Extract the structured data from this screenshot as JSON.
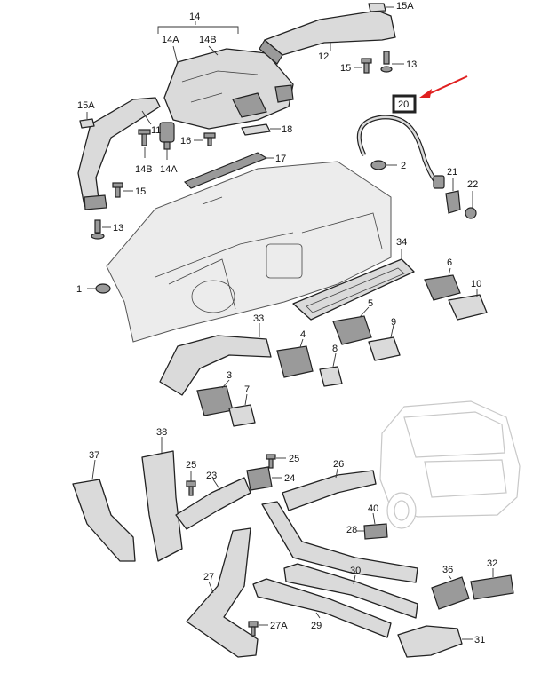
{
  "labels": {
    "l14": "14",
    "l14A_top": "14A",
    "l14B_top": "14B",
    "l15A_top": "15A",
    "l12": "12",
    "l13_top": "13",
    "l15_top": "15",
    "l15A_left": "15A",
    "l11": "11",
    "l14B_left": "14B",
    "l14A_left": "14A",
    "l16": "16",
    "l18": "18",
    "l17": "17",
    "l20": "20",
    "l2": "2",
    "l21": "21",
    "l22": "22",
    "l15_left": "15",
    "l13_left": "13",
    "l34": "34",
    "l6": "6",
    "l10": "10",
    "l1": "1",
    "l5": "5",
    "l9": "9",
    "l33": "33",
    "l4": "4",
    "l8": "8",
    "l3": "3",
    "l7": "7",
    "l37": "37",
    "l38": "38",
    "l25_left": "25",
    "l25_right": "25",
    "l23": "23",
    "l24": "24",
    "l26": "26",
    "l28": "28",
    "l40": "40",
    "l27": "27",
    "l30": "30",
    "l36": "36",
    "l32": "32",
    "l27A": "27A",
    "l29": "29",
    "l31": "31"
  },
  "highlight": {
    "label": "20",
    "frame_color": "#e02020",
    "arrow_color": "#e02020"
  },
  "colors": {
    "ink": "#222222",
    "part_fill": "#dadada",
    "dash_fill": "#ececec",
    "car_outline": "#c8c8c8"
  }
}
